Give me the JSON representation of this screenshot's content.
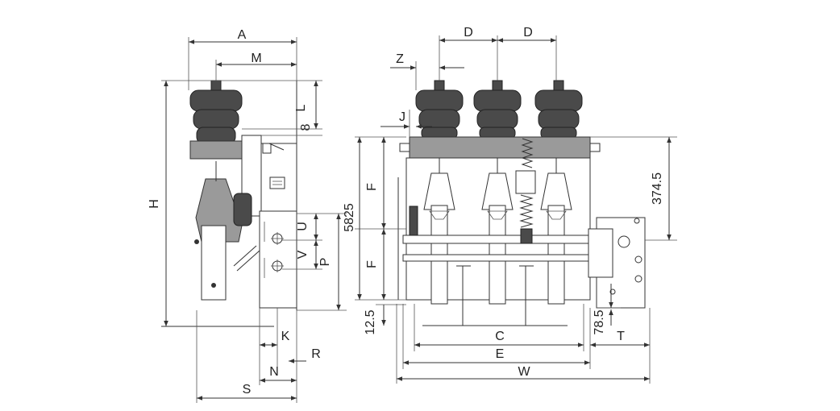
{
  "labels": {
    "A": "A",
    "M": "M",
    "L": "L",
    "eight": "8",
    "H": "H",
    "U": "U",
    "V": "V",
    "P": "P",
    "K": "K",
    "R": "R",
    "N": "N",
    "S": "S",
    "D1": "D",
    "D2": "D",
    "Z": "Z",
    "J": "J",
    "F1": "F",
    "F2": "F",
    "dim5825": "5825",
    "dim12_5": "12.5",
    "dim374_5": "374.5",
    "dim78_5": "78.5",
    "C": "C",
    "E": "E",
    "W": "W",
    "T": "T"
  }
}
